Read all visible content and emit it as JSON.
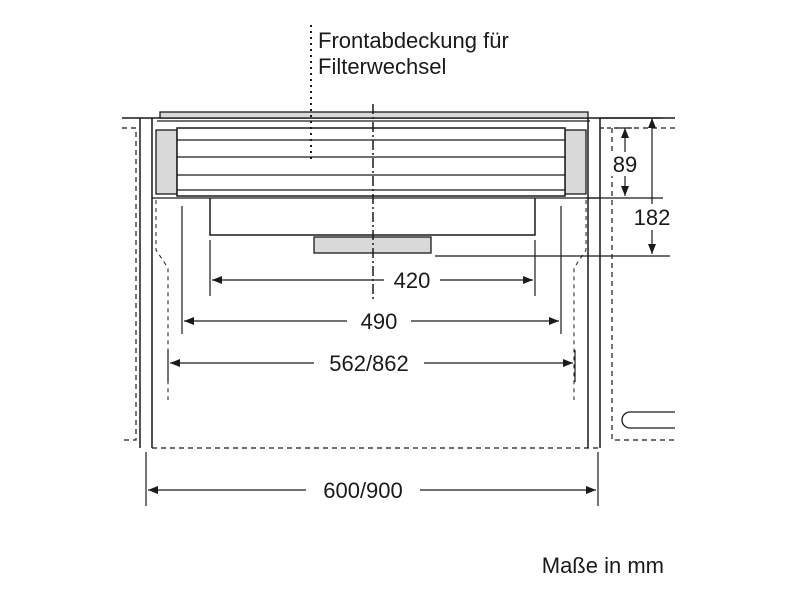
{
  "annotation": {
    "line1": "Frontabdeckung für",
    "line2": "Filterwechsel"
  },
  "dimensions": {
    "d89": "89",
    "d182": "182",
    "d420": "420",
    "d490": "490",
    "d562": "562/862",
    "d600": "600/900"
  },
  "units_note": "Maße in mm",
  "colors": {
    "line": "#1a1a1a",
    "panel": "#d9d9d9",
    "background": "#ffffff"
  }
}
